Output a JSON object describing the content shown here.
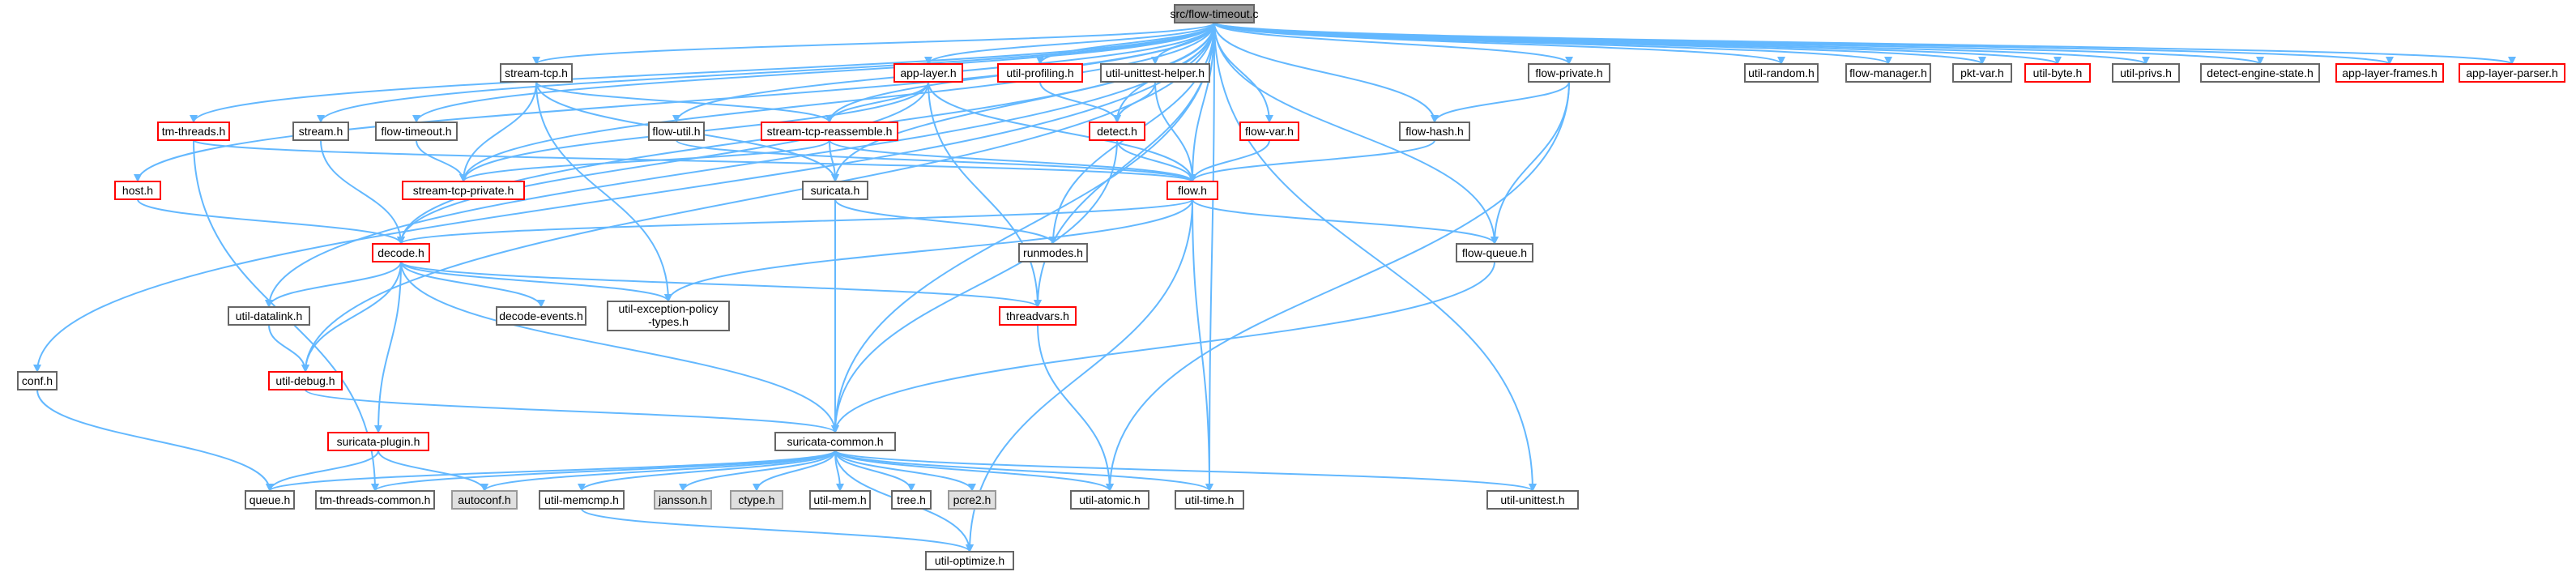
{
  "nodes": [
    {
      "id": "main",
      "label": "src/flow-timeout.c",
      "kind": "main"
    },
    {
      "id": "conf",
      "label": "conf.h",
      "kind": "normal"
    },
    {
      "id": "tm_threads",
      "label": "tm-threads.h",
      "kind": "red"
    },
    {
      "id": "host",
      "label": "host.h",
      "kind": "red"
    },
    {
      "id": "stream_tcp",
      "label": "stream-tcp.h",
      "kind": "normal"
    },
    {
      "id": "stream",
      "label": "stream.h",
      "kind": "normal"
    },
    {
      "id": "flow_timeout",
      "label": "flow-timeout.h",
      "kind": "normal"
    },
    {
      "id": "flow_util",
      "label": "flow-util.h",
      "kind": "normal"
    },
    {
      "id": "app_layer",
      "label": "app-layer.h",
      "kind": "red"
    },
    {
      "id": "util_profiling",
      "label": "util-profiling.h",
      "kind": "red"
    },
    {
      "id": "util_unittest_helper",
      "label": "util-unittest-helper.h",
      "kind": "normal"
    },
    {
      "id": "flow_var",
      "label": "flow-var.h",
      "kind": "red"
    },
    {
      "id": "flow_private",
      "label": "flow-private.h",
      "kind": "normal"
    },
    {
      "id": "util_random",
      "label": "util-random.h",
      "kind": "normal"
    },
    {
      "id": "flow_manager",
      "label": "flow-manager.h",
      "kind": "normal"
    },
    {
      "id": "pkt_var",
      "label": "pkt-var.h",
      "kind": "normal"
    },
    {
      "id": "util_byte",
      "label": "util-byte.h",
      "kind": "red"
    },
    {
      "id": "util_privs",
      "label": "util-privs.h",
      "kind": "normal"
    },
    {
      "id": "detect_engine_state",
      "label": "detect-engine-state.h",
      "kind": "normal"
    },
    {
      "id": "app_layer_frames",
      "label": "app-layer-frames.h",
      "kind": "red"
    },
    {
      "id": "app_layer_parser",
      "label": "app-layer-parser.h",
      "kind": "red"
    },
    {
      "id": "stream_tcp_reassemble",
      "label": "stream-tcp-reassemble.h",
      "kind": "red"
    },
    {
      "id": "detect",
      "label": "detect.h",
      "kind": "red"
    },
    {
      "id": "flow_hash",
      "label": "flow-hash.h",
      "kind": "normal"
    },
    {
      "id": "stream_tcp_private",
      "label": "stream-tcp-private.h",
      "kind": "red"
    },
    {
      "id": "suricata",
      "label": "suricata.h",
      "kind": "normal"
    },
    {
      "id": "flow",
      "label": "flow.h",
      "kind": "red"
    },
    {
      "id": "decode",
      "label": "decode.h",
      "kind": "red"
    },
    {
      "id": "runmodes",
      "label": "runmodes.h",
      "kind": "normal"
    },
    {
      "id": "flow_queue",
      "label": "flow-queue.h",
      "kind": "normal"
    },
    {
      "id": "util_datalink",
      "label": "util-datalink.h",
      "kind": "normal"
    },
    {
      "id": "decode_events",
      "label": "decode-events.h",
      "kind": "normal"
    },
    {
      "id": "util_exception",
      "label": "util-exception-policy\n-types.h",
      "kind": "normal"
    },
    {
      "id": "threadvars",
      "label": "threadvars.h",
      "kind": "red"
    },
    {
      "id": "util_debug",
      "label": "util-debug.h",
      "kind": "red"
    },
    {
      "id": "suricata_plugin",
      "label": "suricata-plugin.h",
      "kind": "red"
    },
    {
      "id": "suricata_common",
      "label": "suricata-common.h",
      "kind": "normal"
    },
    {
      "id": "queue",
      "label": "queue.h",
      "kind": "normal"
    },
    {
      "id": "tm_threads_common",
      "label": "tm-threads-common.h",
      "kind": "normal"
    },
    {
      "id": "autoconf",
      "label": "autoconf.h",
      "kind": "missing"
    },
    {
      "id": "util_memcmp",
      "label": "util-memcmp.h",
      "kind": "normal"
    },
    {
      "id": "jansson",
      "label": "jansson.h",
      "kind": "missing"
    },
    {
      "id": "ctype",
      "label": "ctype.h",
      "kind": "missing"
    },
    {
      "id": "util_mem",
      "label": "util-mem.h",
      "kind": "normal"
    },
    {
      "id": "tree",
      "label": "tree.h",
      "kind": "normal"
    },
    {
      "id": "pcre2",
      "label": "pcre2.h",
      "kind": "missing"
    },
    {
      "id": "util_atomic",
      "label": "util-atomic.h",
      "kind": "normal"
    },
    {
      "id": "util_time",
      "label": "util-time.h",
      "kind": "normal"
    },
    {
      "id": "util_unittest",
      "label": "util-unittest.h",
      "kind": "normal"
    },
    {
      "id": "util_optimize",
      "label": "util-optimize.h",
      "kind": "normal"
    }
  ],
  "edges": [
    [
      "main",
      "conf"
    ],
    [
      "main",
      "tm_threads"
    ],
    [
      "main",
      "host"
    ],
    [
      "main",
      "stream_tcp"
    ],
    [
      "main",
      "stream"
    ],
    [
      "main",
      "flow_timeout"
    ],
    [
      "main",
      "flow_util"
    ],
    [
      "main",
      "app_layer"
    ],
    [
      "main",
      "util_profiling"
    ],
    [
      "main",
      "util_unittest_helper"
    ],
    [
      "main",
      "flow_var"
    ],
    [
      "main",
      "flow_private"
    ],
    [
      "main",
      "util_random"
    ],
    [
      "main",
      "flow_manager"
    ],
    [
      "main",
      "pkt_var"
    ],
    [
      "main",
      "util_byte"
    ],
    [
      "main",
      "util_privs"
    ],
    [
      "main",
      "detect_engine_state"
    ],
    [
      "main",
      "app_layer_frames"
    ],
    [
      "main",
      "app_layer_parser"
    ],
    [
      "main",
      "stream_tcp_reassemble"
    ],
    [
      "main",
      "detect"
    ],
    [
      "main",
      "flow_hash"
    ],
    [
      "main",
      "stream_tcp_private"
    ],
    [
      "main",
      "suricata"
    ],
    [
      "main",
      "flow"
    ],
    [
      "main",
      "decode"
    ],
    [
      "main",
      "runmodes"
    ],
    [
      "main",
      "flow_queue"
    ],
    [
      "main",
      "util_datalink"
    ],
    [
      "main",
      "threadvars"
    ],
    [
      "main",
      "util_debug"
    ],
    [
      "main",
      "suricata_common"
    ],
    [
      "main",
      "util_time"
    ],
    [
      "main",
      "util_unittest"
    ],
    [
      "conf",
      "queue"
    ],
    [
      "tm_threads",
      "flow"
    ],
    [
      "tm_threads",
      "tm_threads_common"
    ],
    [
      "host",
      "decode"
    ],
    [
      "stream_tcp",
      "stream_tcp_private"
    ],
    [
      "stream_tcp",
      "stream_tcp_reassemble"
    ],
    [
      "stream_tcp",
      "suricata"
    ],
    [
      "stream_tcp",
      "util_exception"
    ],
    [
      "stream",
      "decode"
    ],
    [
      "flow_timeout",
      "stream_tcp_private"
    ],
    [
      "flow_util",
      "flow"
    ],
    [
      "app_layer",
      "stream_tcp_reassemble"
    ],
    [
      "app_layer",
      "stream_tcp_private"
    ],
    [
      "app_layer",
      "flow"
    ],
    [
      "app_layer",
      "decode"
    ],
    [
      "app_layer",
      "threadvars"
    ],
    [
      "util_profiling",
      "detect"
    ],
    [
      "util_unittest_helper",
      "detect"
    ],
    [
      "util_unittest_helper",
      "flow"
    ],
    [
      "flow_var",
      "flow"
    ],
    [
      "flow_private",
      "flow_hash"
    ],
    [
      "flow_private",
      "flow_queue"
    ],
    [
      "flow_private",
      "util_atomic"
    ],
    [
      "stream_tcp_reassemble",
      "stream_tcp_private"
    ],
    [
      "stream_tcp_reassemble",
      "suricata"
    ],
    [
      "stream_tcp_reassemble",
      "flow"
    ],
    [
      "detect",
      "flow"
    ],
    [
      "detect",
      "suricata_common"
    ],
    [
      "flow_hash",
      "flow"
    ],
    [
      "suricata",
      "runmodes"
    ],
    [
      "suricata",
      "suricata_common"
    ],
    [
      "flow",
      "decode"
    ],
    [
      "flow",
      "flow_queue"
    ],
    [
      "flow",
      "util_exception"
    ],
    [
      "flow",
      "util_time"
    ],
    [
      "flow",
      "util_optimize"
    ],
    [
      "flow_queue",
      "suricata_common"
    ],
    [
      "decode",
      "util_datalink"
    ],
    [
      "decode",
      "decode_events"
    ],
    [
      "decode",
      "util_exception"
    ],
    [
      "decode",
      "threadvars"
    ],
    [
      "decode",
      "util_debug"
    ],
    [
      "decode",
      "suricata_plugin"
    ],
    [
      "decode",
      "suricata_common"
    ],
    [
      "util_datalink",
      "util_debug"
    ],
    [
      "threadvars",
      "util_atomic"
    ],
    [
      "util_debug",
      "suricata_common"
    ],
    [
      "suricata_plugin",
      "queue"
    ],
    [
      "suricata_plugin",
      "autoconf"
    ],
    [
      "suricata_common",
      "queue"
    ],
    [
      "suricata_common",
      "tm_threads_common"
    ],
    [
      "suricata_common",
      "autoconf"
    ],
    [
      "suricata_common",
      "util_memcmp"
    ],
    [
      "suricata_common",
      "jansson"
    ],
    [
      "suricata_common",
      "ctype"
    ],
    [
      "suricata_common",
      "util_mem"
    ],
    [
      "suricata_common",
      "tree"
    ],
    [
      "suricata_common",
      "pcre2"
    ],
    [
      "suricata_common",
      "util_atomic"
    ],
    [
      "suricata_common",
      "util_time"
    ],
    [
      "suricata_common",
      "util_unittest"
    ],
    [
      "suricata_common",
      "util_optimize"
    ],
    [
      "util_memcmp",
      "util_optimize"
    ]
  ]
}
